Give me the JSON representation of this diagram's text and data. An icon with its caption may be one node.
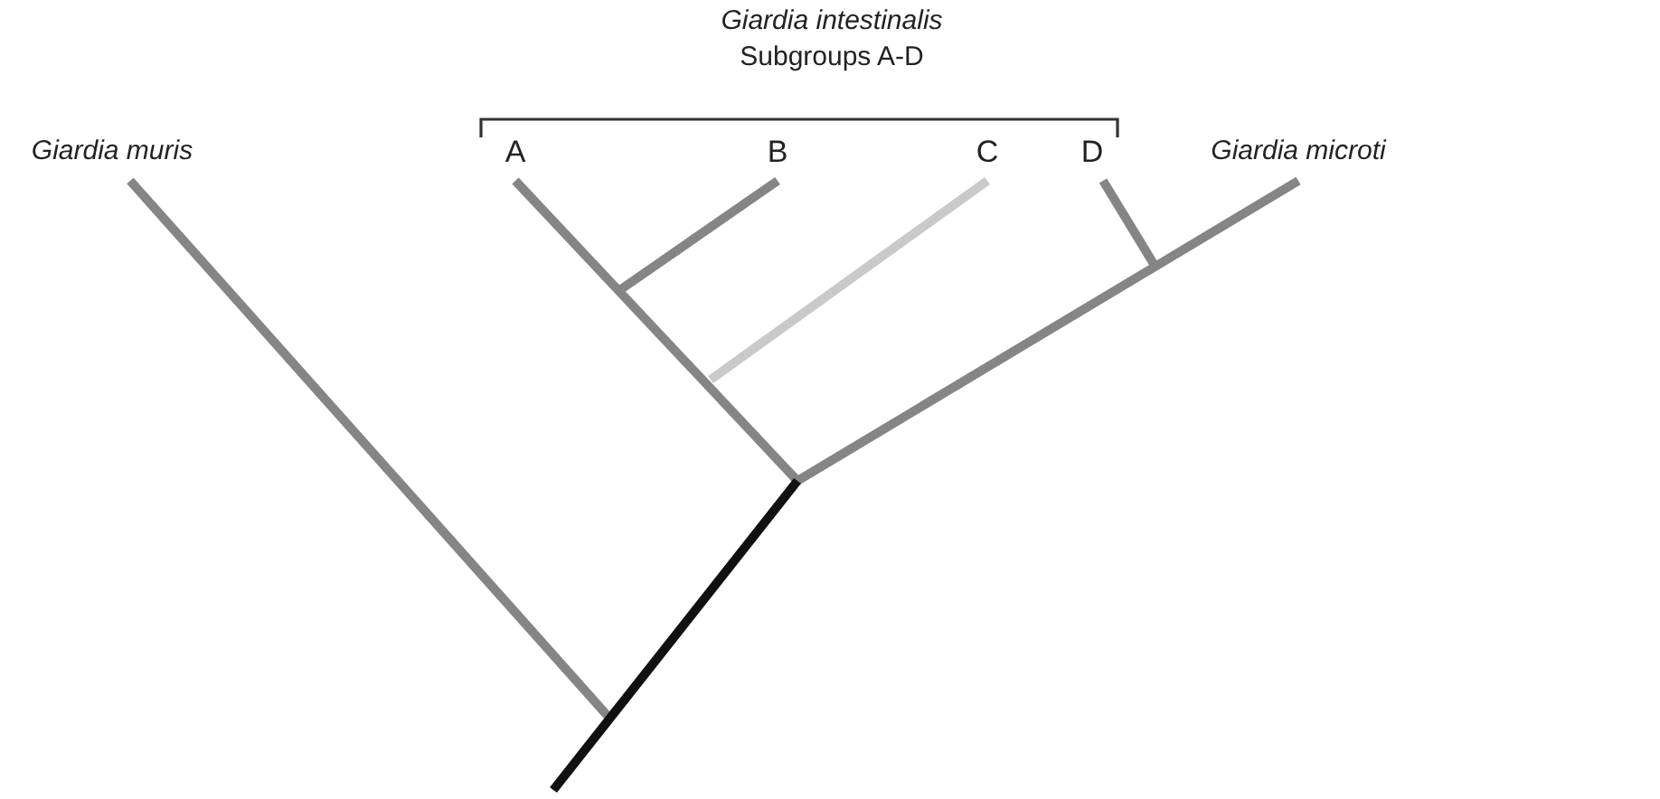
{
  "diagram": {
    "labels": [
      "Giardia intestinalis",
      "Subgroups A-D",
      "Giardia muris",
      "A",
      "B",
      "C",
      "D",
      "Giardia microti"
    ]
  }
}
